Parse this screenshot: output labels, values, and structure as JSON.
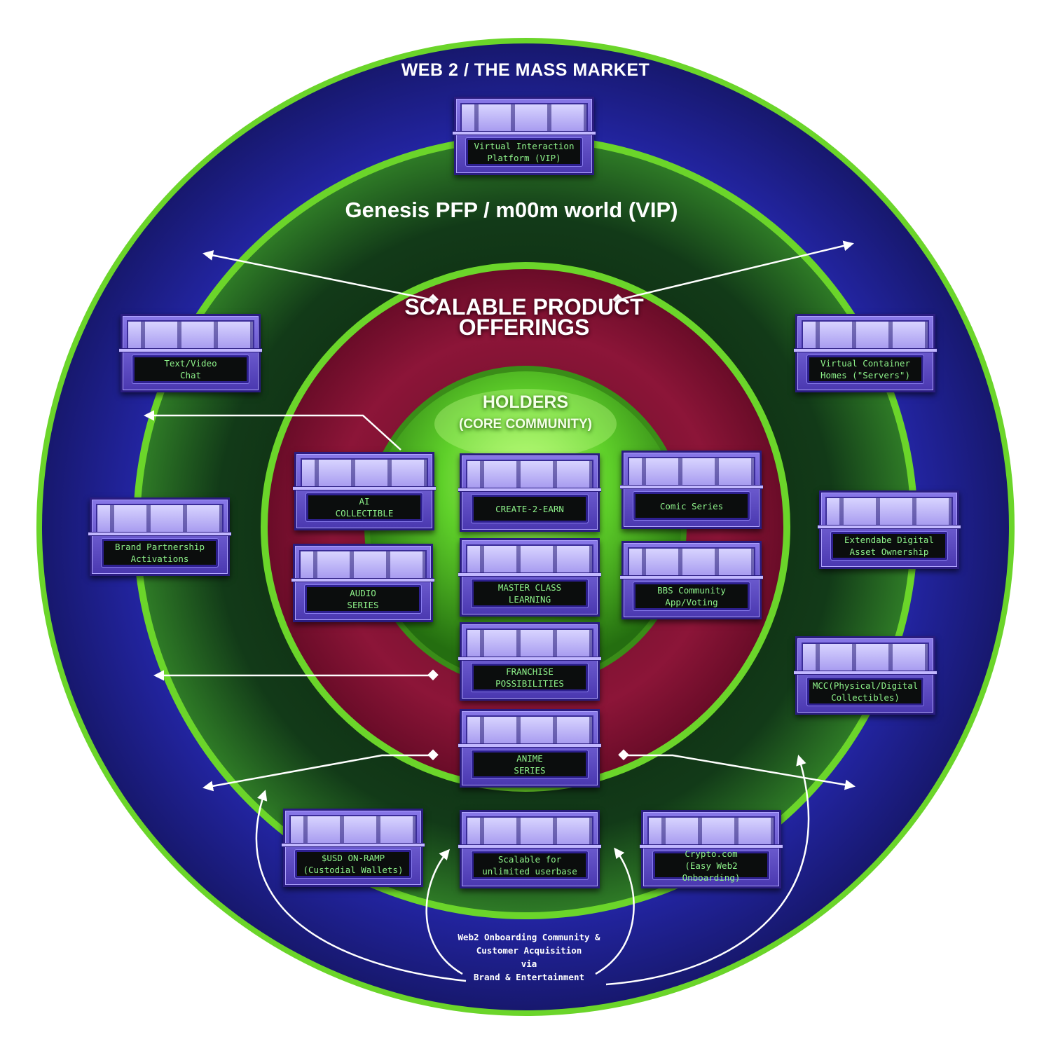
{
  "labels": {
    "mass_market": "WEB 2 / THE MASS MARKET",
    "genesis": "Genesis PFP / m00m world (VIP)",
    "scalable": "SCALABLE PRODUCT OFFERINGS",
    "holders": "HOLDERS",
    "holders_sub": "(CORE COMMUNITY)",
    "onboarding": "Web2 Onboarding Community &\nCustomer Acquisition\nvia\nBrand & Entertainment"
  },
  "colors": {
    "outer_blue": "#1c1e8a",
    "ring_green": "#6bd52a",
    "vip_dark": "#0d2a12",
    "scalable_red": "#8a1233",
    "holders_green": "#5fd02a",
    "screen_text": "#8ef28a"
  },
  "modules": {
    "vip": "Virtual Interaction\nPlatform (VIP)",
    "text_video": "Text/Video\nChat",
    "virtual_homes": "Virtual Container\nHomes (\"Servers\")",
    "brand_partnership": "Brand Partnership\nActivations",
    "extendable": "Extendabe Digital\nAsset Ownership",
    "mcc": "MCC(Physical/Digital\nCollectibles)",
    "ai_collectible": "AI\nCOLLECTIBLE",
    "create2earn": "CREATE-2-EARN",
    "comic": "Comic Series",
    "audio": "AUDIO\nSERIES",
    "masterclass": "MASTER CLASS\nLEARNING",
    "bbs": "BBS Community\nApp/Voting",
    "franchise": "FRANCHISE\nPOSSIBILITIES",
    "anime": "ANIME\nSERIES",
    "usd_onramp": "$USD ON-RAMP\n(Custodial Wallets)",
    "scalable_users": "Scalable for\nunlimited userbase",
    "crypto_com": "Crypto.com\n(Easy Web2 Onboarding)"
  }
}
